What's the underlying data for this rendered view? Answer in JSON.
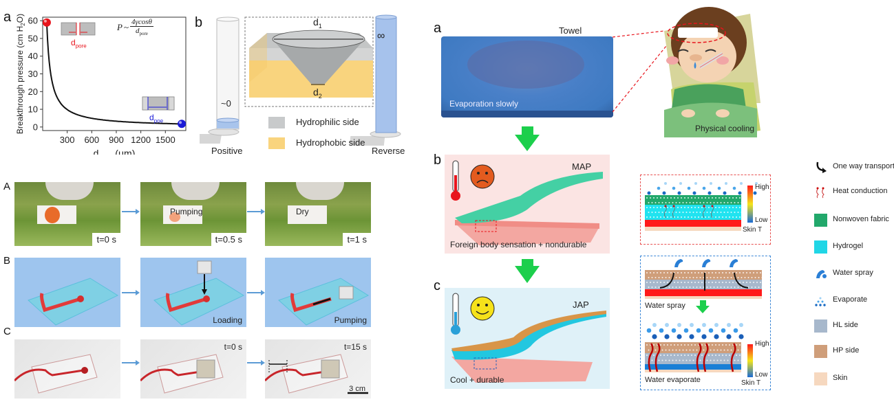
{
  "left_figure": {
    "panel_a": {
      "label": "a",
      "formula_lhs": "P",
      "formula_sim": "~",
      "formula_num": "4γcosθ",
      "formula_den": "d",
      "formula_den_sub": "pore",
      "inset_top_label": "d",
      "inset_top_sub": "pore",
      "inset_bottom_label": "d",
      "inset_bottom_sub": "poe",
      "colors": {
        "top_point": "#e8141c",
        "bottom_point": "#1a1ad6",
        "curve": "#111111"
      }
    },
    "panel_b": {
      "label": "b",
      "left_tube_value": "~0",
      "left_tube_caption": "Positive",
      "right_tube_value": "∞",
      "right_tube_caption": "Reverse",
      "cone_d1": "d",
      "cone_d1_sub": "1",
      "cone_d2": "d",
      "cone_d2_sub": "2",
      "legend": [
        {
          "label": "Hydrophilic side",
          "color": "#c8cacb"
        },
        {
          "label": "Hydrophobic side",
          "color": "#f9d47e"
        }
      ]
    },
    "row_A": {
      "label": "A",
      "frames": [
        {
          "caption": "t=0 s",
          "overlay": ""
        },
        {
          "caption": "t=0.5 s",
          "overlay": "Pumping"
        },
        {
          "caption": "t=1 s",
          "overlay": "Dry"
        }
      ]
    },
    "row_B": {
      "label": "B",
      "frames": [
        {
          "caption": ""
        },
        {
          "caption": "Loading"
        },
        {
          "caption": "Pumping"
        }
      ]
    },
    "row_C": {
      "label": "C",
      "frames": [
        {
          "caption": ""
        },
        {
          "caption": "t=0 s"
        },
        {
          "caption": "t=15 s"
        }
      ],
      "scale_bar": "3 cm"
    }
  },
  "right_figure": {
    "panel_a": {
      "label": "a",
      "towel_label": "Towel",
      "towel_caption": "Evaporation slowly",
      "illustration_caption": "Physical cooling"
    },
    "panel_b": {
      "label": "b",
      "name": "MAP",
      "caption": "Foreign body sensation + nondurable",
      "mood": "sad",
      "bg": "#fbe4e3"
    },
    "panel_c": {
      "label": "c",
      "name": "JAP",
      "caption": "Cool + durable",
      "mood": "happy",
      "bg": "#dff1f8"
    },
    "schematic_top": {
      "scale_high": "High",
      "scale_low": "Low",
      "scale_title": "Skin T"
    },
    "schematic_bottom": {
      "step1_caption": "Water spray",
      "step2_caption": "Water evaporate",
      "scale_high": "High",
      "scale_low": "Low",
      "scale_title": "Skin T"
    },
    "legend": [
      {
        "icon": "one-way-arrow",
        "label": "One way transport"
      },
      {
        "icon": "heat-wave",
        "label": "Heat conduction"
      },
      {
        "icon": "swatch",
        "label": "Nonwoven fabric",
        "color": "#22a86b"
      },
      {
        "icon": "swatch",
        "label": "Hydrogel",
        "color": "#20d6e6"
      },
      {
        "icon": "water-spray",
        "label": "Water spray"
      },
      {
        "icon": "evaporate-dots",
        "label": "Evaporate"
      },
      {
        "icon": "swatch",
        "label": "HL side",
        "color": "#a7b8cc"
      },
      {
        "icon": "swatch",
        "label": "HP side",
        "color": "#cf9e7a"
      },
      {
        "icon": "swatch",
        "label": "Skin",
        "color": "#f6d8bf"
      }
    ]
  },
  "chart_data": {
    "type": "line",
    "title": "",
    "xlabel": "d_pore (μm)",
    "ylabel": "Breakthrough pressure (cm H2O)",
    "xlim": [
      0,
      1750
    ],
    "ylim": [
      -2,
      62
    ],
    "xticks": [
      300,
      600,
      900,
      1200,
      1500
    ],
    "yticks": [
      0,
      10,
      20,
      30,
      40,
      50,
      60
    ],
    "grid": false,
    "legend": "none",
    "series": [
      {
        "name": "P ~ 4γcosθ / d_pore",
        "x": [
          50,
          80,
          120,
          160,
          200,
          250,
          300,
          400,
          500,
          600,
          800,
          1000,
          1200,
          1400,
          1600,
          1700
        ],
        "y": [
          59,
          37.5,
          25,
          18.8,
          15,
          12,
          10,
          7.5,
          6,
          5,
          3.8,
          3,
          2.5,
          2.1,
          1.9,
          1.8
        ]
      }
    ],
    "highlight_points": [
      {
        "x": 50,
        "y": 59,
        "color": "#e8141c"
      },
      {
        "x": 1700,
        "y": 1.8,
        "color": "#1a1ad6"
      }
    ]
  }
}
